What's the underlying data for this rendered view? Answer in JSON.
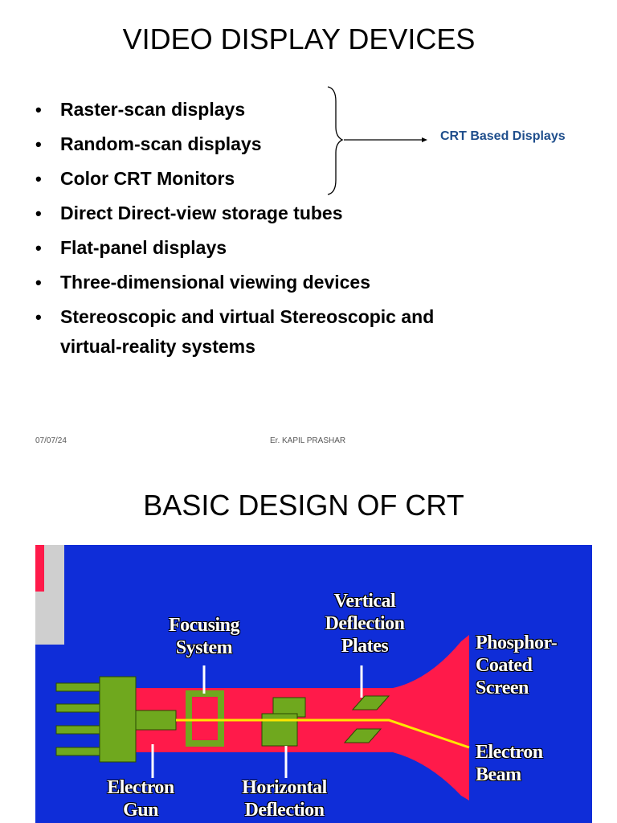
{
  "slide1": {
    "title": "VIDEO DISPLAY DEVICES",
    "bullets": [
      "Raster-scan displays",
      "Random-scan displays",
      "Color CRT Monitors",
      "Direct Direct-view storage tubes",
      "Flat-panel displays",
      "Three-dimensional viewing devices",
      "Stereoscopic and virtual Stereoscopic and virtual-reality systems"
    ],
    "bracket_label": "CRT Based Displays",
    "footer_date": "07/07/24",
    "footer_author": "Er. KAPIL PRASHAR"
  },
  "slide2": {
    "title": "BASIC DESIGN OF CRT",
    "diagram": {
      "labels": {
        "focusing": "Focusing System",
        "vertical": "Vertical Deflection Plates",
        "phosphor": "Phosphor- Coated Screen",
        "beam": "Electron Beam",
        "gun": "Electron Gun",
        "horizontal": "Horizontal Deflection"
      },
      "colors": {
        "background": "#0f2dd8",
        "tube": "#ff1a4a",
        "components": "#6fa81e",
        "beam": "#ffe600"
      }
    }
  }
}
